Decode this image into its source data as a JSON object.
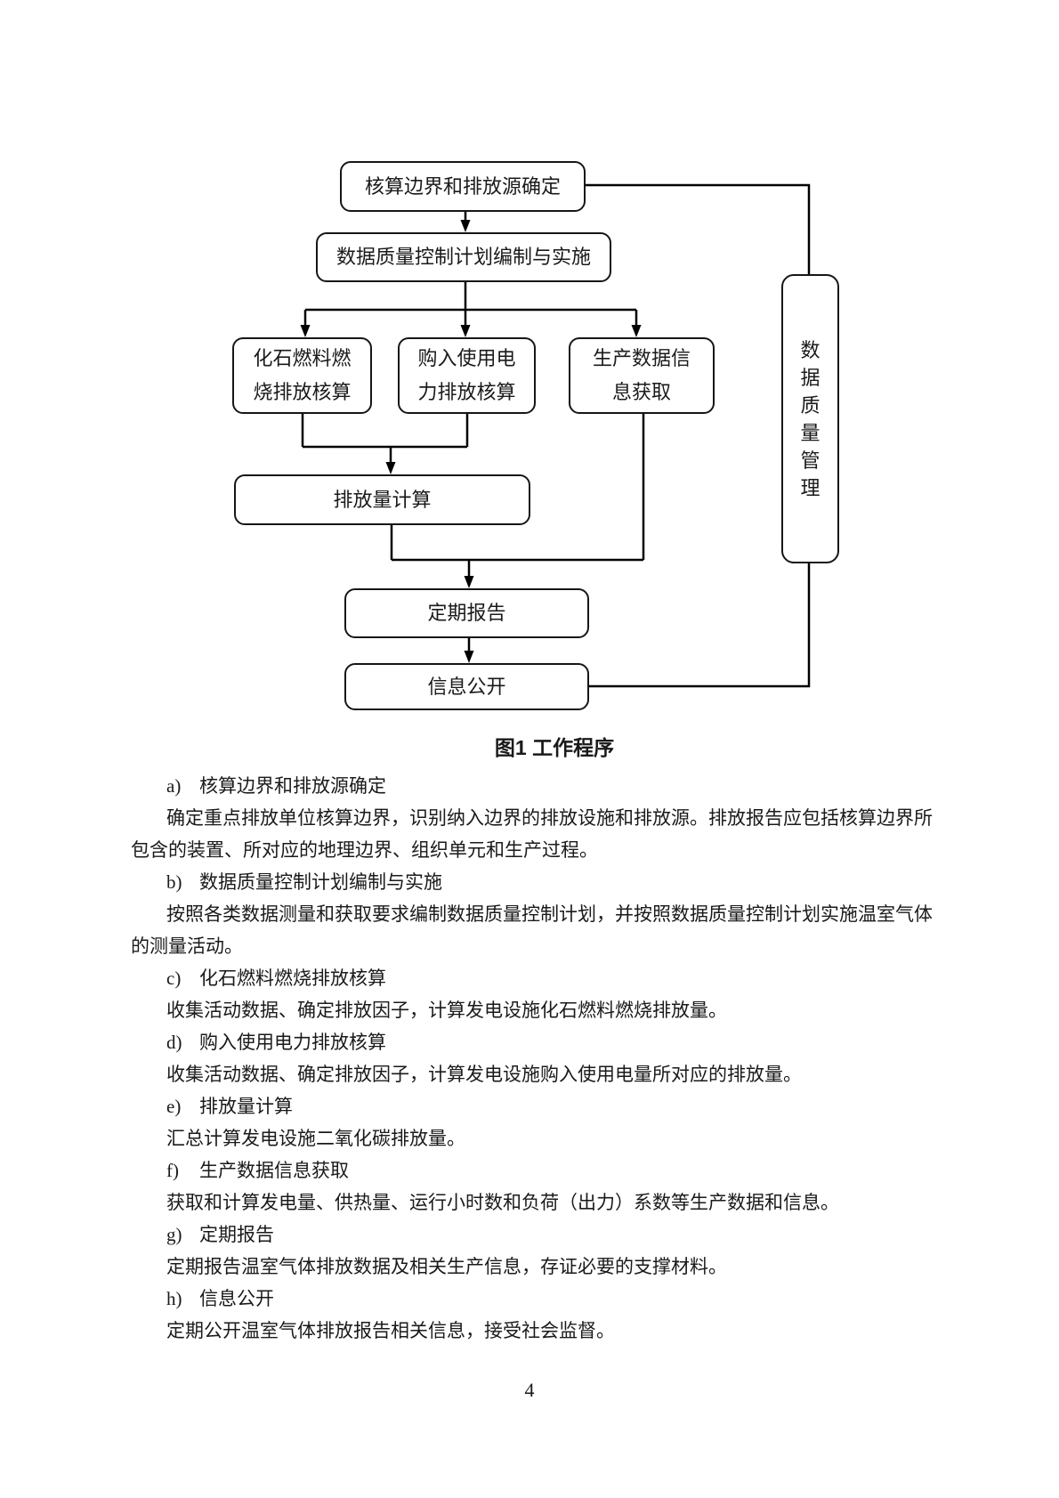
{
  "figure": {
    "caption": "图1  工作程序",
    "boxes": {
      "b1": {
        "label": "核算边界和排放源确定"
      },
      "b2": {
        "label": "数据质量控制计划编制与实施"
      },
      "b3a": {
        "label": "化石燃料燃\n烧排放核算"
      },
      "b3b": {
        "label": "购入使用电\n力排放核算"
      },
      "b3c": {
        "label": "生产数据信\n息获取"
      },
      "b4": {
        "label": "排放量计算"
      },
      "b5": {
        "label": "定期报告"
      },
      "b6": {
        "label": "信息公开"
      },
      "b7": {
        "label": "数\n据\n质\n量\n管\n理"
      }
    }
  },
  "items": [
    {
      "label": "a)",
      "title": "核算边界和排放源确定",
      "body": [
        "确定重点排放单位核算边界，识别纳入边界的排放设施和排放源。排放报告应包括核算边界所",
        "包含的装置、所对应的地理边界、组织单元和生产过程。"
      ]
    },
    {
      "label": "b)",
      "title": "数据质量控制计划编制与实施",
      "body": [
        "按照各类数据测量和获取要求编制数据质量控制计划，并按照数据质量控制计划实施温室气体",
        "的测量活动。"
      ]
    },
    {
      "label": "c)",
      "title": "化石燃料燃烧排放核算",
      "body": [
        "收集活动数据、确定排放因子，计算发电设施化石燃料燃烧排放量。"
      ]
    },
    {
      "label": "d)",
      "title": "购入使用电力排放核算",
      "body": [
        "收集活动数据、确定排放因子，计算发电设施购入使用电量所对应的排放量。"
      ]
    },
    {
      "label": "e)",
      "title": "排放量计算",
      "body": [
        "汇总计算发电设施二氧化碳排放量。"
      ]
    },
    {
      "label": "f)",
      "title": "生产数据信息获取",
      "body": [
        "获取和计算发电量、供热量、运行小时数和负荷（出力）系数等生产数据和信息。"
      ]
    },
    {
      "label": "g)",
      "title": "定期报告",
      "body": [
        "定期报告温室气体排放数据及相关生产信息，存证必要的支撑材料。"
      ]
    },
    {
      "label": "h)",
      "title": "信息公开",
      "body": [
        "定期公开温室气体排放报告相关信息，接受社会监督。"
      ]
    }
  ],
  "page": {
    "number": "4"
  }
}
